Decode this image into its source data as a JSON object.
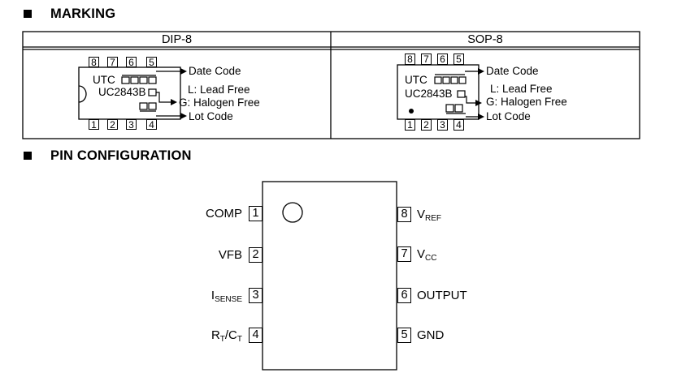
{
  "marking": {
    "title": "MARKING",
    "dip": {
      "header": "DIP-8",
      "top_pins": [
        "8",
        "7",
        "6",
        "5"
      ],
      "bottom_pins": [
        "1",
        "2",
        "3",
        "4"
      ],
      "line1": "UTC",
      "line2": "UC2843B",
      "annotations": {
        "date_code": "Date Code",
        "lead_free": "L: Lead Free",
        "halogen_free": "G: Halogen Free",
        "lot_code": "Lot Code"
      }
    },
    "sop": {
      "header": "SOP-8",
      "top_pins": [
        "8",
        "7",
        "6",
        "5"
      ],
      "bottom_pins": [
        "1",
        "2",
        "3",
        "4"
      ],
      "line1": "UTC",
      "line2": "UC2843B",
      "annotations": {
        "date_code": "Date Code",
        "lead_free": "L: Lead Free",
        "halogen_free": "G: Halogen Free",
        "lot_code": "Lot Code"
      }
    }
  },
  "pin_configuration": {
    "title": "PIN CONFIGURATION",
    "left_pins": [
      {
        "num": "1",
        "label": "COMP"
      },
      {
        "num": "2",
        "label": "VFB"
      },
      {
        "num": "3",
        "label_main": "I",
        "label_sub": "SENSE"
      },
      {
        "num": "4",
        "label_r": "R",
        "label_r_sub": "T",
        "label_sep": "/C",
        "label_c_sub": "T"
      }
    ],
    "right_pins": [
      {
        "num": "8",
        "label_main": "V",
        "label_sub": "REF"
      },
      {
        "num": "7",
        "label_main": "V",
        "label_sub": "CC"
      },
      {
        "num": "6",
        "label": "OUTPUT"
      },
      {
        "num": "5",
        "label": "GND"
      }
    ]
  }
}
